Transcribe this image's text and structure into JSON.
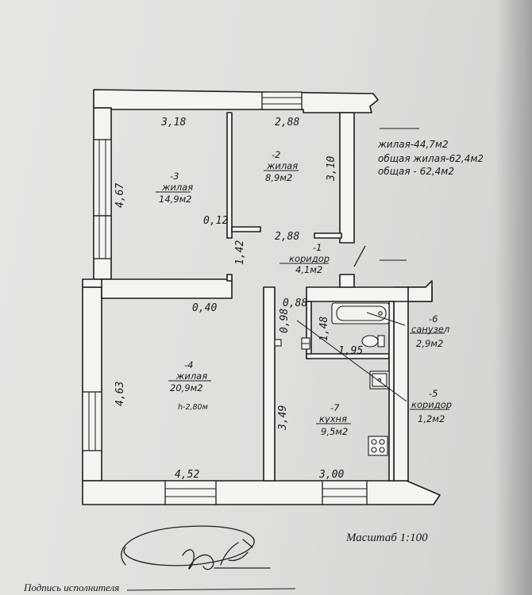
{
  "summary": {
    "living": "жилая-44,7м2",
    "total_living": "общая жилая-62,4м2",
    "total": "общая - 62,4м2"
  },
  "rooms": [
    {
      "id": "3",
      "num": "-3",
      "type": "жилая",
      "area": "14,9м2"
    },
    {
      "id": "2",
      "num": "-2",
      "type": "жилая",
      "area": "8,9м2"
    },
    {
      "id": "1",
      "num": "-1",
      "type": "коридор",
      "area": "4,1м2"
    },
    {
      "id": "4",
      "num": "-4",
      "type": "жилая",
      "area": "20,9м2",
      "height": "h-2,80м"
    },
    {
      "id": "6",
      "num": "-6",
      "type": "санузел",
      "area": "2,9м2"
    },
    {
      "id": "7",
      "num": "-7",
      "type": "кухня",
      "area": "9,5м2"
    },
    {
      "id": "5",
      "num": "-5",
      "type": "коридор",
      "area": "1,2м2"
    }
  ],
  "dimensions": {
    "d318": "3,18",
    "d288_top": "2,88",
    "d310": "3,10",
    "d467": "4,67",
    "d012": "0,12",
    "d288_mid": "2,88",
    "d142": "1,42",
    "d040": "0,40",
    "d088": "0,88",
    "d098": "0,98",
    "d148": "1,48",
    "d195": "1,95",
    "d463": "4,63",
    "d349": "3,49",
    "d452": "4,52",
    "d300": "3,00"
  },
  "scale": "Масштаб 1:100",
  "signature_label": "Подпись исполнителя"
}
